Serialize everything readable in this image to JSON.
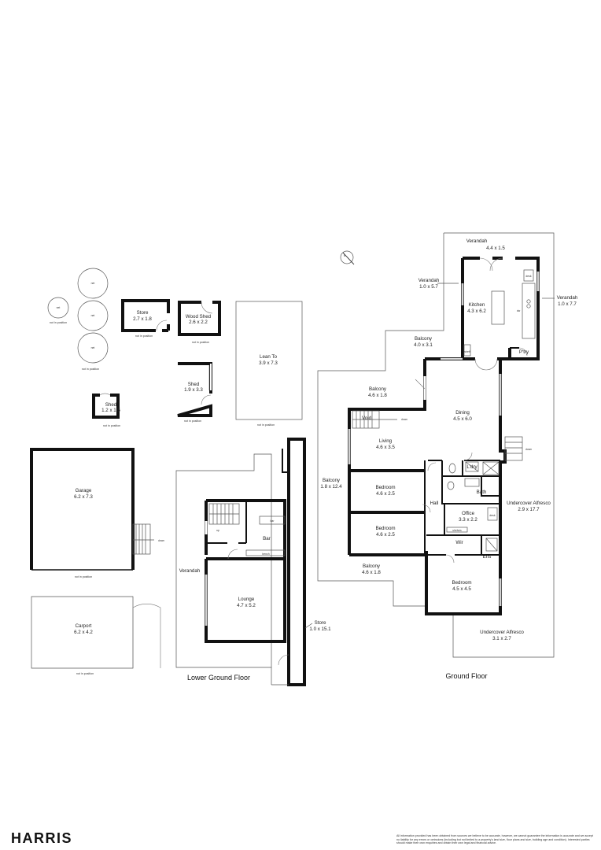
{
  "compass": {
    "label": "N"
  },
  "tanks": {
    "label": "net",
    "note": "not in position"
  },
  "outbuildings": {
    "store": {
      "name": "Store",
      "dims": "2.7 x 1.8",
      "note": "not in position"
    },
    "wood_shed": {
      "name": "Wood Shed",
      "dims": "2.6 x 2.2",
      "note": "not in position"
    },
    "lean_to": {
      "name": "Lean To",
      "dims": "3.9 x 7.3",
      "note": "not in position"
    },
    "shed_a": {
      "name": "Shed",
      "dims": "1.9 x 3.3",
      "note": "not in position"
    },
    "shed_b": {
      "name": "Shed",
      "dims": "1.2 x 1.5",
      "note": "not in position"
    },
    "garage": {
      "name": "Garage",
      "dims": "6.2 x 7.3",
      "note": "not in position",
      "down": "down"
    },
    "carport": {
      "name": "Carport",
      "dims": "6.2 x 4.2",
      "note": "not in position"
    }
  },
  "lower_ground": {
    "title": "Lower Ground Floor",
    "verandah": {
      "name": "Verandah"
    },
    "bar": {
      "name": "Bar",
      "bar_label": "bar",
      "bench": "bench",
      "up": "up"
    },
    "lounge": {
      "name": "Lounge",
      "dims": "4.7 x 5.2"
    },
    "store": {
      "name": "Store",
      "dims": "1.0 x 15.1"
    }
  },
  "ground": {
    "title": "Ground Floor",
    "verandah_top": {
      "name": "Verandah",
      "dims": "4.4 x 1.5"
    },
    "verandah_left": {
      "name": "Verandah",
      "dims": "1.0 x 5.7"
    },
    "verandah_right": {
      "name": "Verandah",
      "dims": "1.0 x 7.7"
    },
    "kitchen": {
      "name": "Kitchen",
      "dims": "4.3 x 6.2",
      "desk": "desk",
      "shelf": "shelf",
      "dw": "dw"
    },
    "pantry": {
      "name": "P'try"
    },
    "balcony_top": {
      "name": "Balcony",
      "dims": "4.0 x 3.1"
    },
    "balcony_mid": {
      "name": "Balcony",
      "dims": "4.6 x 1.8"
    },
    "balcony_side": {
      "name": "Balcony",
      "dims": "1.8 x 12.4"
    },
    "balcony_bottom": {
      "name": "Balcony",
      "dims": "4.6 x 1.8"
    },
    "dining": {
      "name": "Dining",
      "dims": "4.5 x 6.0"
    },
    "void": {
      "name": "Void",
      "down": "down"
    },
    "living": {
      "name": "Living",
      "dims": "4.6 x 3.5"
    },
    "laundry": {
      "name": "L'dry"
    },
    "bath": {
      "name": "Bath"
    },
    "bedroom1": {
      "name": "Bedroom",
      "dims": "4.6 x 2.5"
    },
    "bedroom2": {
      "name": "Bedroom",
      "dims": "4.6 x 2.5"
    },
    "bedroom3": {
      "name": "Bedroom",
      "dims": "4.5 x 4.5"
    },
    "hall": {
      "name": "Hall"
    },
    "office": {
      "name": "Office",
      "dims": "3.3 x 2.2",
      "desk": "desk",
      "shelves": "shelves"
    },
    "wir": {
      "name": "Wir"
    },
    "ens": {
      "name": "Ens"
    },
    "alfresco_right": {
      "name": "Undercover Alfresco",
      "dims": "2.9 x 17.7"
    },
    "alfresco_bottom": {
      "name": "Undercover Alfresco",
      "dims": "3.1 x 2.7"
    },
    "down": "down"
  },
  "footer": {
    "brand": "HARRIS",
    "disclaimer": "All information provided has been obtained from sources we believe to be accurate, however, we cannot guarantee the information is accurate and we accept no liability for any errors or omissions (including but not limited to a property's land size, floor plans and size, building age and condition). Interested parties should make their own enquiries and obtain their own legal and financial advice."
  }
}
